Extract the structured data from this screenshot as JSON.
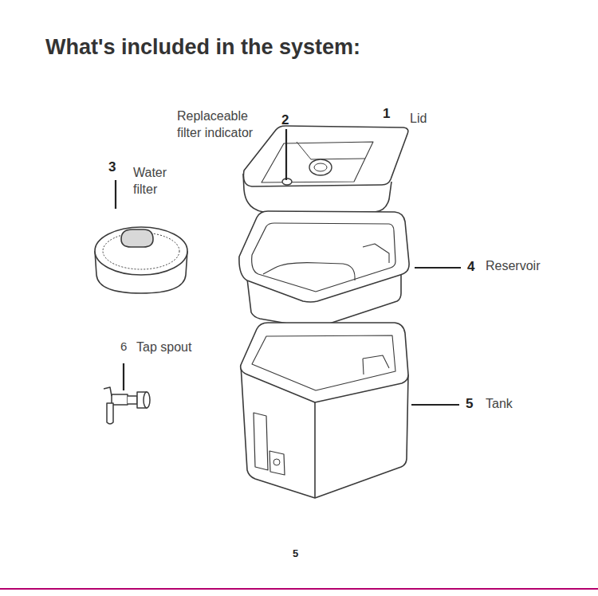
{
  "diagram": {
    "title": "What's included in the system:",
    "labels": [
      "Replaceable filter indicator",
      "2",
      "1",
      "Lid",
      "3",
      "Water filter",
      "4",
      "Reservoir",
      "6",
      "Tap spout",
      "5",
      "Tank",
      "5"
    ]
  }
}
